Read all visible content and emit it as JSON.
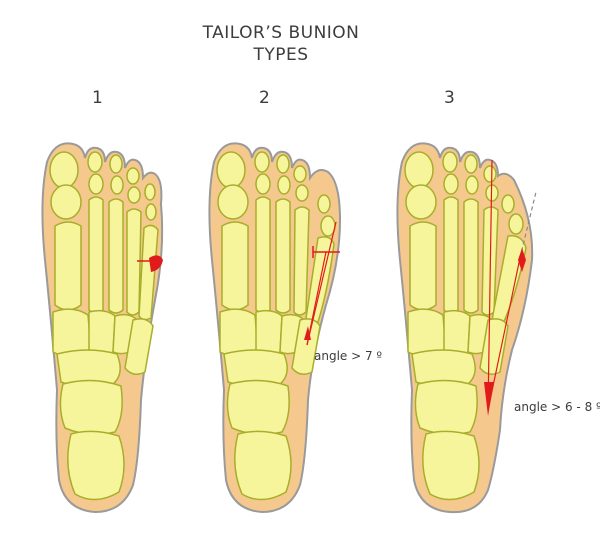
{
  "title_line1": "TAILOR’S BUNION",
  "title_line2": "TYPES",
  "types": [
    {
      "number": "1",
      "annotation": ""
    },
    {
      "number": "2",
      "annotation": "angle > 7 º"
    },
    {
      "number": "3",
      "annotation": "angle > 6 - 8 º"
    }
  ],
  "colors": {
    "skin": "#f5c98e",
    "skin_outline": "#9a9a9a",
    "bone": "#f6f59c",
    "bone_outline": "#a8ae2a",
    "marker": "#e11b1b"
  }
}
